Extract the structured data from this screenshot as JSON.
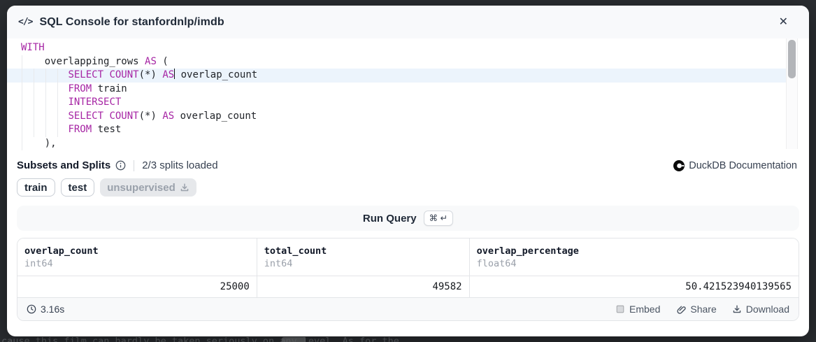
{
  "background": {
    "snippet": "cause this film can hardly be taken seriously on any level. As for the"
  },
  "modal": {
    "title": "SQL Console for stanfordnlp/imdb"
  },
  "icons": {
    "code": "</>",
    "close": "✕"
  },
  "editor": {
    "active_line": 2,
    "lines": [
      [
        [
          "kw",
          "WITH"
        ]
      ],
      [
        [
          "pl",
          "    "
        ],
        [
          "id",
          "overlapping_rows "
        ],
        [
          "kw",
          "AS"
        ],
        [
          "pl",
          " ("
        ]
      ],
      [
        [
          "pl",
          "        "
        ],
        [
          "kw",
          "SELECT"
        ],
        [
          "pl",
          " "
        ],
        [
          "kw",
          "COUNT"
        ],
        [
          "pl",
          "(*) "
        ],
        [
          "kw",
          "AS"
        ],
        [
          "caret",
          ""
        ],
        [
          "pl",
          " overlap_count"
        ]
      ],
      [
        [
          "pl",
          "        "
        ],
        [
          "kw",
          "FROM"
        ],
        [
          "pl",
          " train"
        ]
      ],
      [
        [
          "pl",
          "        "
        ],
        [
          "kw",
          "INTERSECT"
        ]
      ],
      [
        [
          "pl",
          "        "
        ],
        [
          "kw",
          "SELECT"
        ],
        [
          "pl",
          " "
        ],
        [
          "kw",
          "COUNT"
        ],
        [
          "pl",
          "(*) "
        ],
        [
          "kw",
          "AS"
        ],
        [
          "pl",
          " overlap_count"
        ]
      ],
      [
        [
          "pl",
          "        "
        ],
        [
          "kw",
          "FROM"
        ],
        [
          "pl",
          " test"
        ]
      ],
      [
        [
          "pl",
          "    ),"
        ]
      ]
    ]
  },
  "subsets": {
    "title": "Subsets and Splits",
    "status": "2/3 splits loaded",
    "doc_link": "DuckDB Documentation",
    "splits": [
      {
        "label": "train",
        "loaded": true
      },
      {
        "label": "test",
        "loaded": true
      },
      {
        "label": "unsupervised",
        "loaded": false
      }
    ]
  },
  "run": {
    "label": "Run Query",
    "shortcut": "⌘ ↵"
  },
  "results": {
    "columns": [
      {
        "name": "overlap_count",
        "type": "int64"
      },
      {
        "name": "total_count",
        "type": "int64"
      },
      {
        "name": "overlap_percentage",
        "type": "float64"
      }
    ],
    "rows": [
      [
        "25000",
        "49582",
        "50.421523940139565"
      ]
    ],
    "duration": "3.16s",
    "actions": [
      "Embed",
      "Share",
      "Download"
    ]
  },
  "colors": {
    "keyword": "#a625a4",
    "active_line": "#ecf4fc",
    "overlay": "#2b2e32",
    "accent_dark": "#1f2937"
  }
}
